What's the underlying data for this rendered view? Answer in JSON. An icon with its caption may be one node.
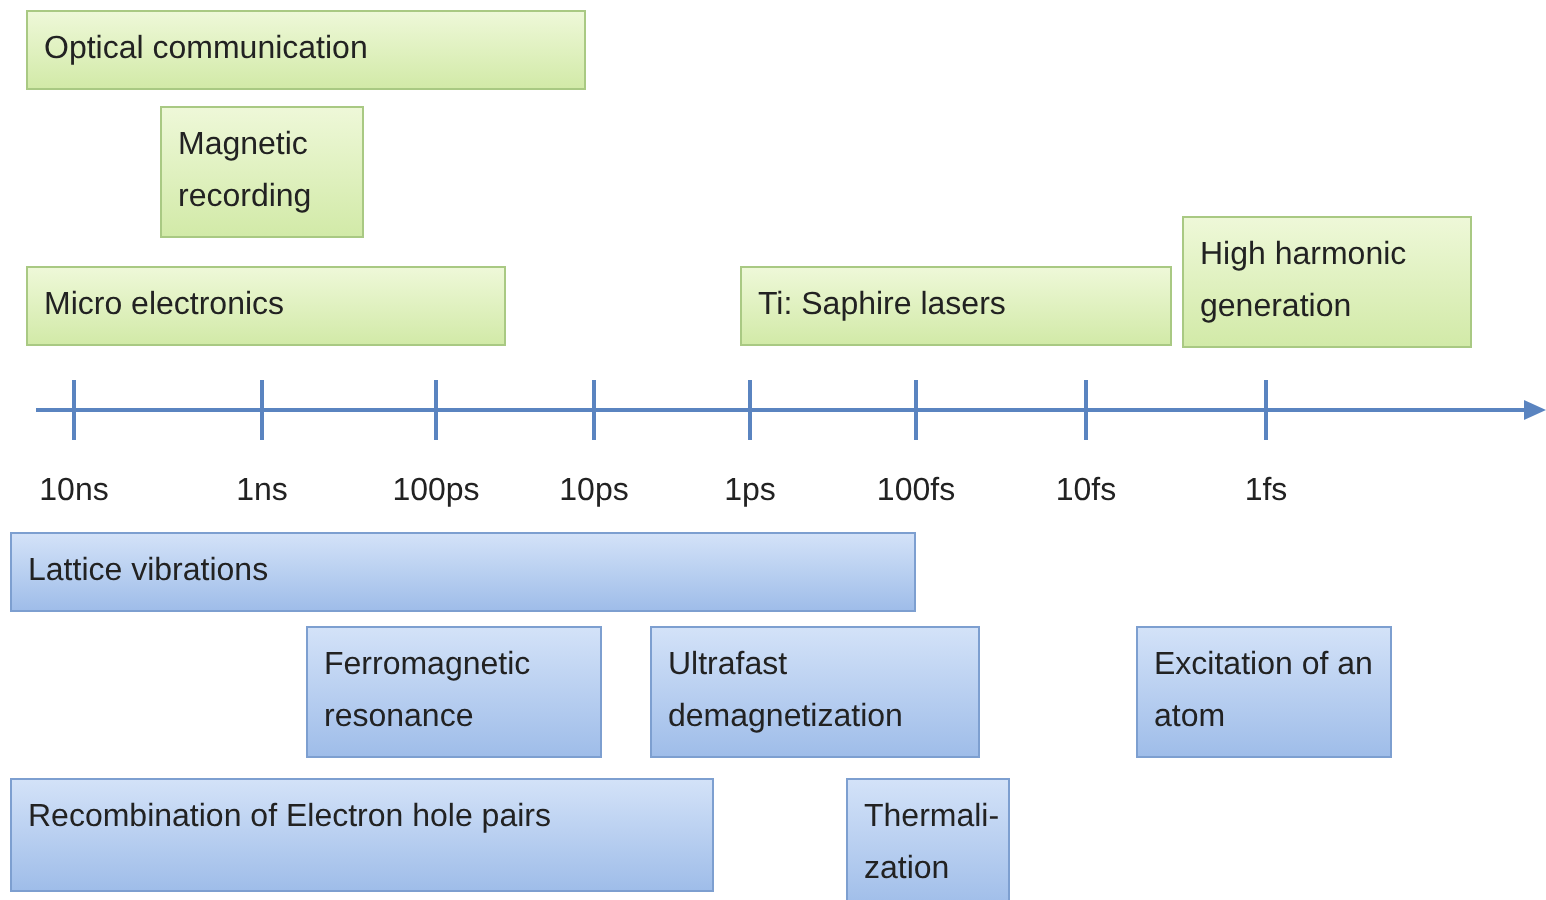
{
  "diagram": {
    "nodes": [
      {
        "text": [
          "Optical communication"
        ]
      },
      {
        "text": [
          "Magnetic recording"
        ]
      },
      {
        "text": [
          "Micro electronics"
        ]
      },
      {
        "text": [
          "Ti: Saphire lasers"
        ]
      },
      {
        "text": [
          "High harmonic generation"
        ]
      },
      {
        "text": [
          "Lattice vibrations"
        ]
      },
      {
        "text": [
          "Ferromagnetic resonance"
        ]
      },
      {
        "text": [
          "Ultrafast demagnetization"
        ]
      },
      {
        "text": [
          "Excitation of an atom"
        ]
      },
      {
        "text": [
          "Recombination of Electron hole pairs"
        ]
      },
      {
        "text": [
          "Thermali- zation"
        ]
      }
    ],
    "edges": [],
    "labels": [
      "10ns",
      "1ns",
      "100ps",
      "10ps",
      "1ps",
      "100fs",
      "10fs",
      "1fs"
    ]
  }
}
